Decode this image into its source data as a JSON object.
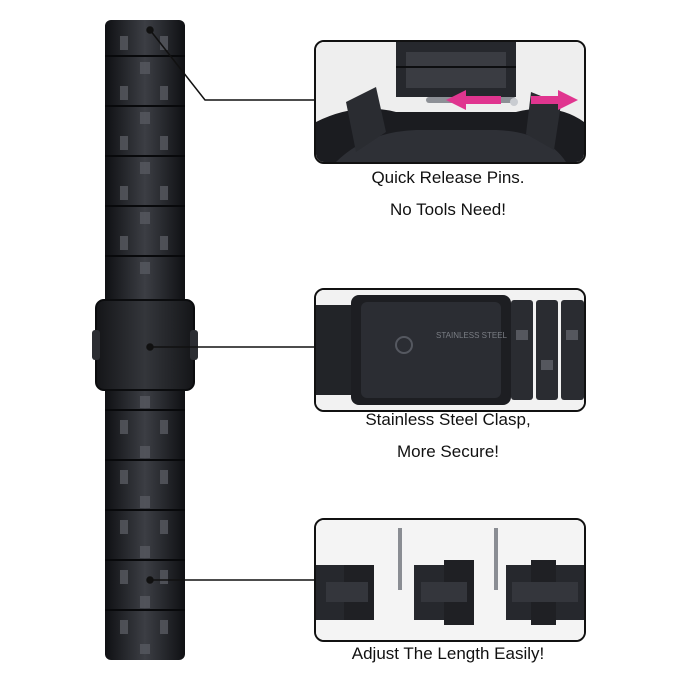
{
  "callouts": [
    {
      "id": "quick-release",
      "line1": "Quick Release Pins.",
      "line2": "No Tools Need!"
    },
    {
      "id": "clasp",
      "line1": "Stainless Steel Clasp,",
      "line2": "More Secure!"
    },
    {
      "id": "adjust",
      "line1": "Adjust The Length Easily!",
      "line2": ""
    }
  ],
  "clasp_engraving": "STAINLESS STEEL",
  "colors": {
    "band": "#1c1d21",
    "band_highlight": "#4a4c52",
    "arrow": "#e0358f",
    "frame": "#111111"
  }
}
